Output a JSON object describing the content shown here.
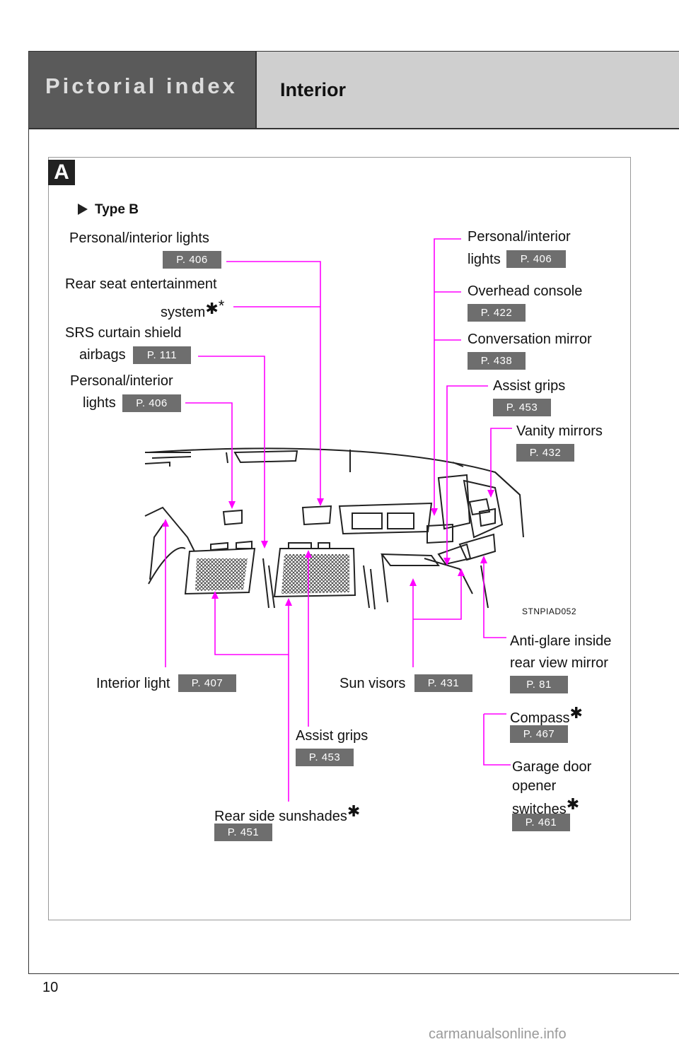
{
  "header": {
    "title": "Pictorial index",
    "subtitle": "Interior"
  },
  "panel": {
    "badge": "A",
    "type_label": "Type B",
    "image_code": "STNPIAD052"
  },
  "labels": {
    "personal_interior_lights_1": {
      "text": "Personal/interior lights",
      "page": "P. 406"
    },
    "rear_seat_entertainment_l1": "Rear seat entertainment",
    "rear_seat_entertainment_l2": "system",
    "srs_curtain_l1": "SRS curtain shield",
    "srs_curtain_l2": "airbags",
    "srs_curtain_page": "P. 111",
    "personal_interior_lights_2_l1": "Personal/interior",
    "personal_interior_lights_2_l2": "lights",
    "personal_interior_lights_2_page": "P. 406",
    "personal_interior_lights_3_l1": "Personal/interior",
    "personal_interior_lights_3_l2": "lights",
    "personal_interior_lights_3_page": "P. 406",
    "overhead_console": {
      "text": "Overhead console",
      "page": "P. 422"
    },
    "conversation_mirror": {
      "text": "Conversation mirror",
      "page": "P. 438"
    },
    "assist_grips_front": {
      "text": "Assist grips",
      "page": "P. 453"
    },
    "vanity_mirrors": {
      "text": "Vanity mirrors",
      "page": "P. 432"
    },
    "anti_glare_l1": "Anti-glare inside",
    "anti_glare_l2": "rear view mirror",
    "anti_glare_page": "P. 81",
    "compass": {
      "text": "Compass",
      "page": "P. 467"
    },
    "garage_l1": "Garage door",
    "garage_l2": "opener",
    "garage_l3": "switches",
    "garage_page": "P. 461",
    "interior_light": {
      "text": "Interior light",
      "page": "P. 407"
    },
    "sun_visors": {
      "text": "Sun visors",
      "page": "P. 431"
    },
    "assist_grips_rear": {
      "text": "Assist grips",
      "page": "P. 453"
    },
    "rear_side_sunshades": {
      "text": "Rear side sunshades",
      "page": "P. 451"
    },
    "asterisk": "✱"
  },
  "footer": {
    "page_number": "10",
    "watermark": "carmanualsonline.info"
  },
  "colors": {
    "leader_line": "#ff00ff",
    "header_dark": "#5a5a5a",
    "header_light": "#cfcfcf",
    "page_box": "#6e6e6e"
  }
}
